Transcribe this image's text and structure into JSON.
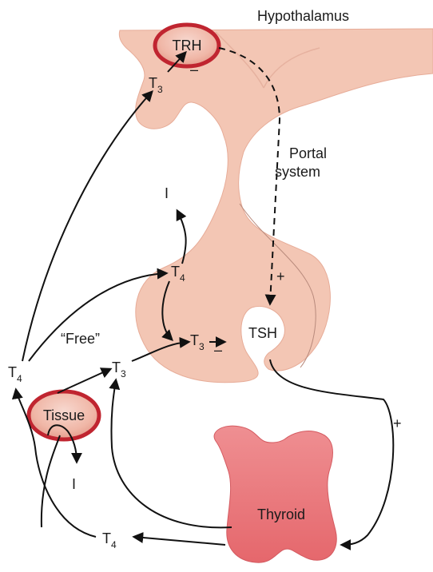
{
  "labels": {
    "hypothalamus": "Hypothalamus",
    "trh": "TRH",
    "portal_line1": "Portal",
    "portal_line2": "system",
    "tsh": "TSH",
    "thyroid": "Thyroid",
    "tissue": "Tissue",
    "free": "“Free”",
    "iodide": "I",
    "t": "T",
    "sub3": "3",
    "sub4": "4",
    "plus": "+",
    "minus": "–"
  },
  "colors": {
    "tissue_fill": "#f2c7b6",
    "tissue_stroke": "#e8a898",
    "thyroid_fill": "#ec7f82",
    "node_fill": "#d83a45",
    "node_stroke": "#b0202c",
    "arrow": "#111111"
  }
}
